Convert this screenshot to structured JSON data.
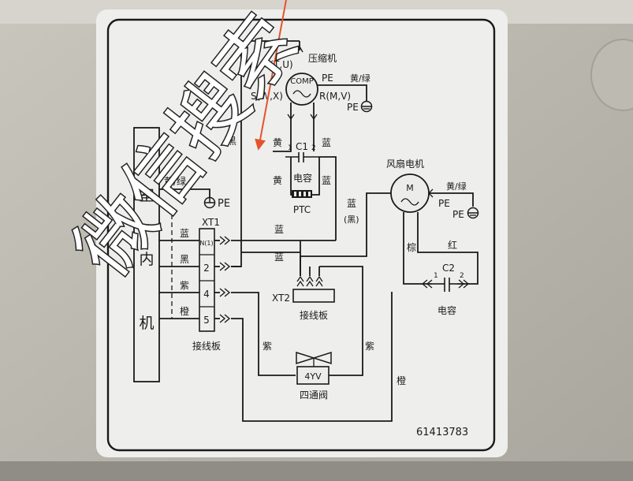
{
  "watermark": "微信搜索",
  "colors": {
    "label_bg": "#eeeeec",
    "ink": "#1a1a1a",
    "arrow": "#e4532c",
    "watermark": "#ffffff"
  },
  "indoor_unit": {
    "chars": [
      "室",
      "内",
      "机"
    ]
  },
  "terminal_block_xt1": {
    "name": "XT1",
    "caption": "接线板",
    "terminals": [
      "N(1)",
      "2",
      "4",
      "5"
    ]
  },
  "indoor_wires": {
    "ground": "黄/绿",
    "pe": "PE",
    "blue": "蓝",
    "black": "黑",
    "purple": "紫",
    "orange": "橙"
  },
  "compressor": {
    "name": "压缩机",
    "badge": "COMP",
    "pin_c": "C(T,U)",
    "pin_s": "S(W,X)",
    "pin_r": "R(M,V)",
    "pe": "PE",
    "ground_wire": "黄/绿",
    "pe_symbol": "PE"
  },
  "capacitor_c1": {
    "name": "C1",
    "caption": "电容",
    "pin1": "1",
    "pin2": "2",
    "wire_yellow": "黄",
    "wire_blue": "蓝",
    "wire_yellow2": "黄",
    "wire_blue2": "蓝"
  },
  "ptc": {
    "name": "PTC"
  },
  "wire_black_left": "黑",
  "fan_motor": {
    "name": "风扇电机",
    "badge": "M",
    "wire_blue": "蓝",
    "wire_black_paren": "(黑)",
    "ground_wire": "黄/绿",
    "pe": "PE",
    "pe_symbol": "PE",
    "wire_brown": "棕",
    "wire_red": "红"
  },
  "capacitor_c2": {
    "name": "C2",
    "pin1": "1",
    "pin2": "2",
    "caption": "电容"
  },
  "terminal_block_xt2": {
    "name": "XT2",
    "caption": "接线板"
  },
  "middle_wires": {
    "blue1": "蓝",
    "blue2": "蓝"
  },
  "four_way_valve": {
    "name": "4YV",
    "caption": "四通阀",
    "wire_left": "紫",
    "wire_right": "紫"
  },
  "wire_orange_right": "橙",
  "part_number": "61413783"
}
